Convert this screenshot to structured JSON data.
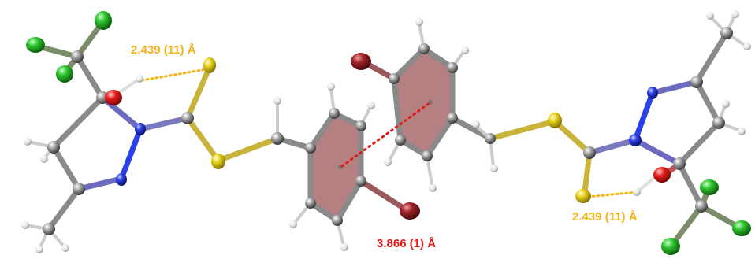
{
  "labels": {
    "hbond_left": "2.439 (11) Å",
    "hbond_right": "2.439 (11) Å",
    "pi_stack": "3.866 (1) Å"
  },
  "colors": {
    "hbond": "#f2b418",
    "pi_stack": "#e21b1b",
    "ring_fill": "#a86a6c",
    "carbon": "#8c8c8c",
    "hydrogen": "#e6e6e6",
    "nitrogen": "#1f35e0",
    "oxygen": "#e81c1c",
    "sulfur": "#e6cf1c",
    "chlorine": "#2ec52e",
    "bromine": "#9e1f24"
  }
}
